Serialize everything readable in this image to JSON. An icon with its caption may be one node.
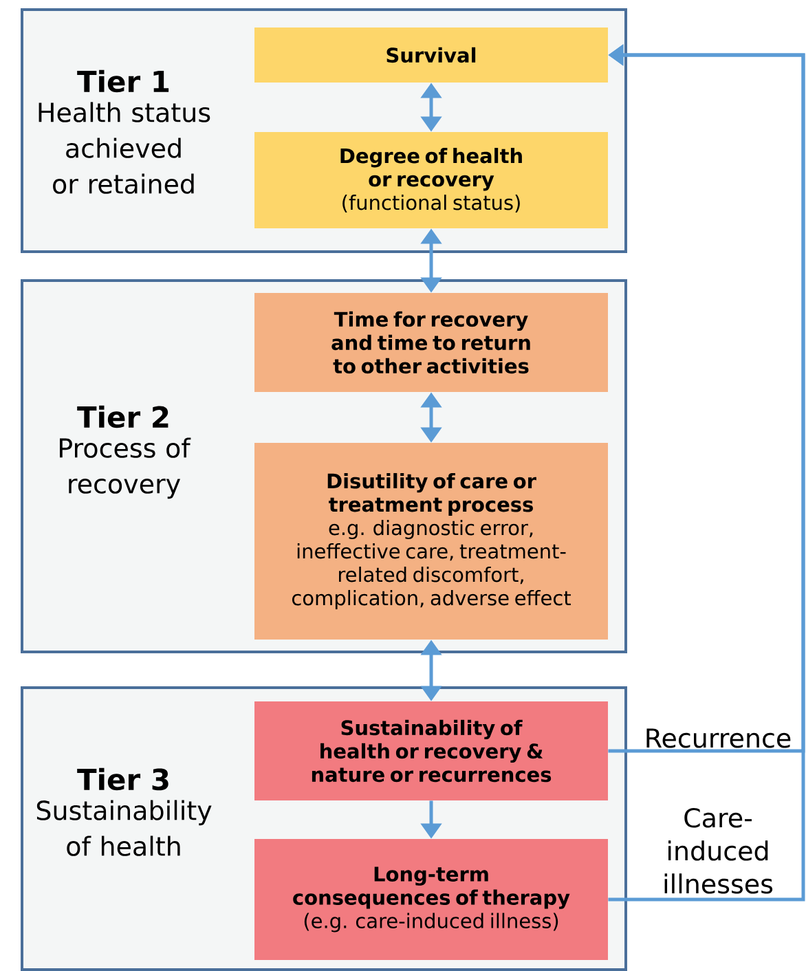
{
  "diagram": {
    "nodes": [
      {
        "text": [
          "Tier 1",
          "Health status achieved or retained"
        ]
      },
      {
        "text": [
          "Survival"
        ],
        "in": 0
      },
      {
        "text": [
          "Degree of health or recovery",
          "(functional status)"
        ],
        "in": 0
      },
      {
        "text": [
          "Tier 2",
          "Process of recovery"
        ]
      },
      {
        "text": [
          "Time for recovery and time to return to other activities"
        ],
        "in": 3
      },
      {
        "text": [
          "Disutility of care or treatment process",
          "e.g. diagnostic error, ineffective care, treatment-related discomfort, complication, adverse effect"
        ],
        "in": 3
      },
      {
        "text": [
          "Tier 3",
          "Sustainability of health"
        ]
      },
      {
        "text": [
          "Sustainability of health or recovery & nature or recurrences"
        ],
        "in": 6
      },
      {
        "text": [
          "Long-term consequences of therapy",
          "(e.g. care-induced illness)"
        ],
        "in": 6
      }
    ],
    "edges": [
      {
        "from": 1,
        "to": 2,
        "arrow": "both"
      },
      {
        "from": 2,
        "to": 4,
        "arrow": "both"
      },
      {
        "from": 4,
        "to": 5,
        "arrow": "both"
      },
      {
        "from": 5,
        "to": 7,
        "arrow": "both"
      },
      {
        "from": 7,
        "to": 8,
        "arrow": "to"
      },
      {
        "from": 7,
        "to": 1,
        "arrow": "to",
        "label": "Recurrence"
      },
      {
        "from": 8,
        "to": 1,
        "arrow": "to",
        "label": "Care-induced illnesses"
      }
    ]
  }
}
